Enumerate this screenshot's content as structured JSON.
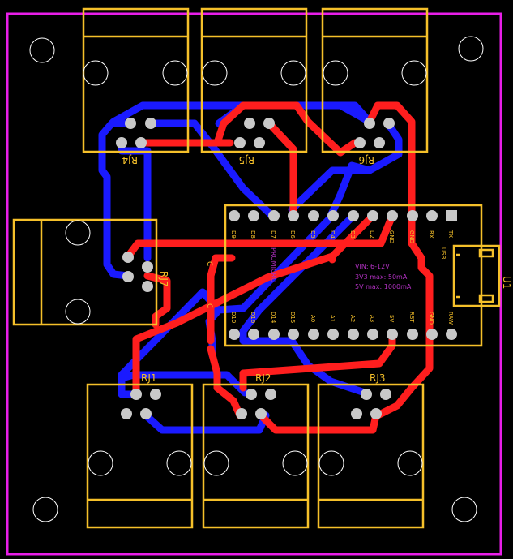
{
  "colors": {
    "board": "#000000",
    "outline": "#e81ee8",
    "silkscreen": "#f5c02a",
    "top_copper": "#ff1e1e",
    "bottom_copper": "#1a1aff",
    "pad": "#c8c8c8",
    "module_text": "#b030c0"
  },
  "connectors": {
    "rj1": "RJ1",
    "rj2": "RJ2",
    "rj3": "RJ3",
    "rj4": "RJ4",
    "rj5": "RJ5",
    "rj6": "RJ6",
    "rj7": "RJ7"
  },
  "module": {
    "name": "PROMICRO",
    "usb_label": "USB",
    "ref": "U1",
    "top_pins": [
      "D9",
      "D8",
      "D7",
      "D6",
      "D5",
      "D4",
      "D3",
      "D2",
      "GND",
      "GND",
      "RX",
      "TX"
    ],
    "bottom_pins": [
      "D10",
      "D16",
      "D14",
      "D15",
      "A0",
      "A1",
      "A2",
      "A3",
      "5V",
      "RST",
      "GND",
      "RAW"
    ],
    "notes": [
      "VIN: 6-12V",
      "3V3 max: 50mA",
      "5V max: 1000mA"
    ],
    "side_label": "C"
  }
}
